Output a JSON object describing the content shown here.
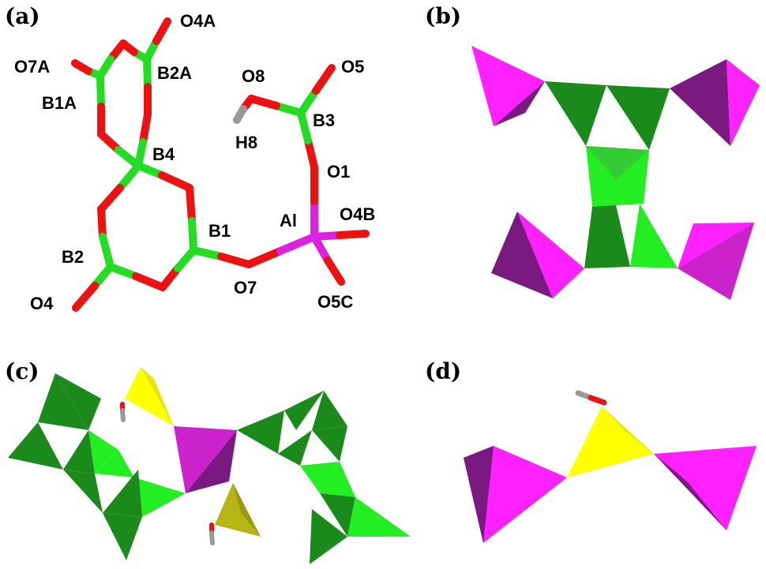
{
  "panels": {
    "a": {
      "label": "(a)"
    },
    "b": {
      "label": "(b)"
    },
    "c": {
      "label": "(c)"
    },
    "d": {
      "label": "(d)"
    }
  },
  "atoms": {
    "O4A": "O4A",
    "O7A": "O7A",
    "B2A": "B2A",
    "B1A": "B1A",
    "O8": "O8",
    "O5": "O5",
    "B3": "B3",
    "H8": "H8",
    "B4": "B4",
    "O1": "O1",
    "Al": "Al",
    "O4B": "O4B",
    "B1": "B1",
    "B2": "B2",
    "O7": "O7",
    "O4": "O4",
    "O5C": "O5C"
  },
  "colors": {
    "boron": "#22dd22",
    "oxygen": "#ee1111",
    "aluminum": "#dd22dd",
    "hydrogen": "#999999",
    "bo4_dark": "#1a8a1a",
    "bo4_light": "#22ee22",
    "alo4_magenta": "#ff22ff",
    "alo4_purple": "#7a1a80",
    "h2o_yellow": "#ffff00",
    "h2o_olive": "#b5b515"
  }
}
